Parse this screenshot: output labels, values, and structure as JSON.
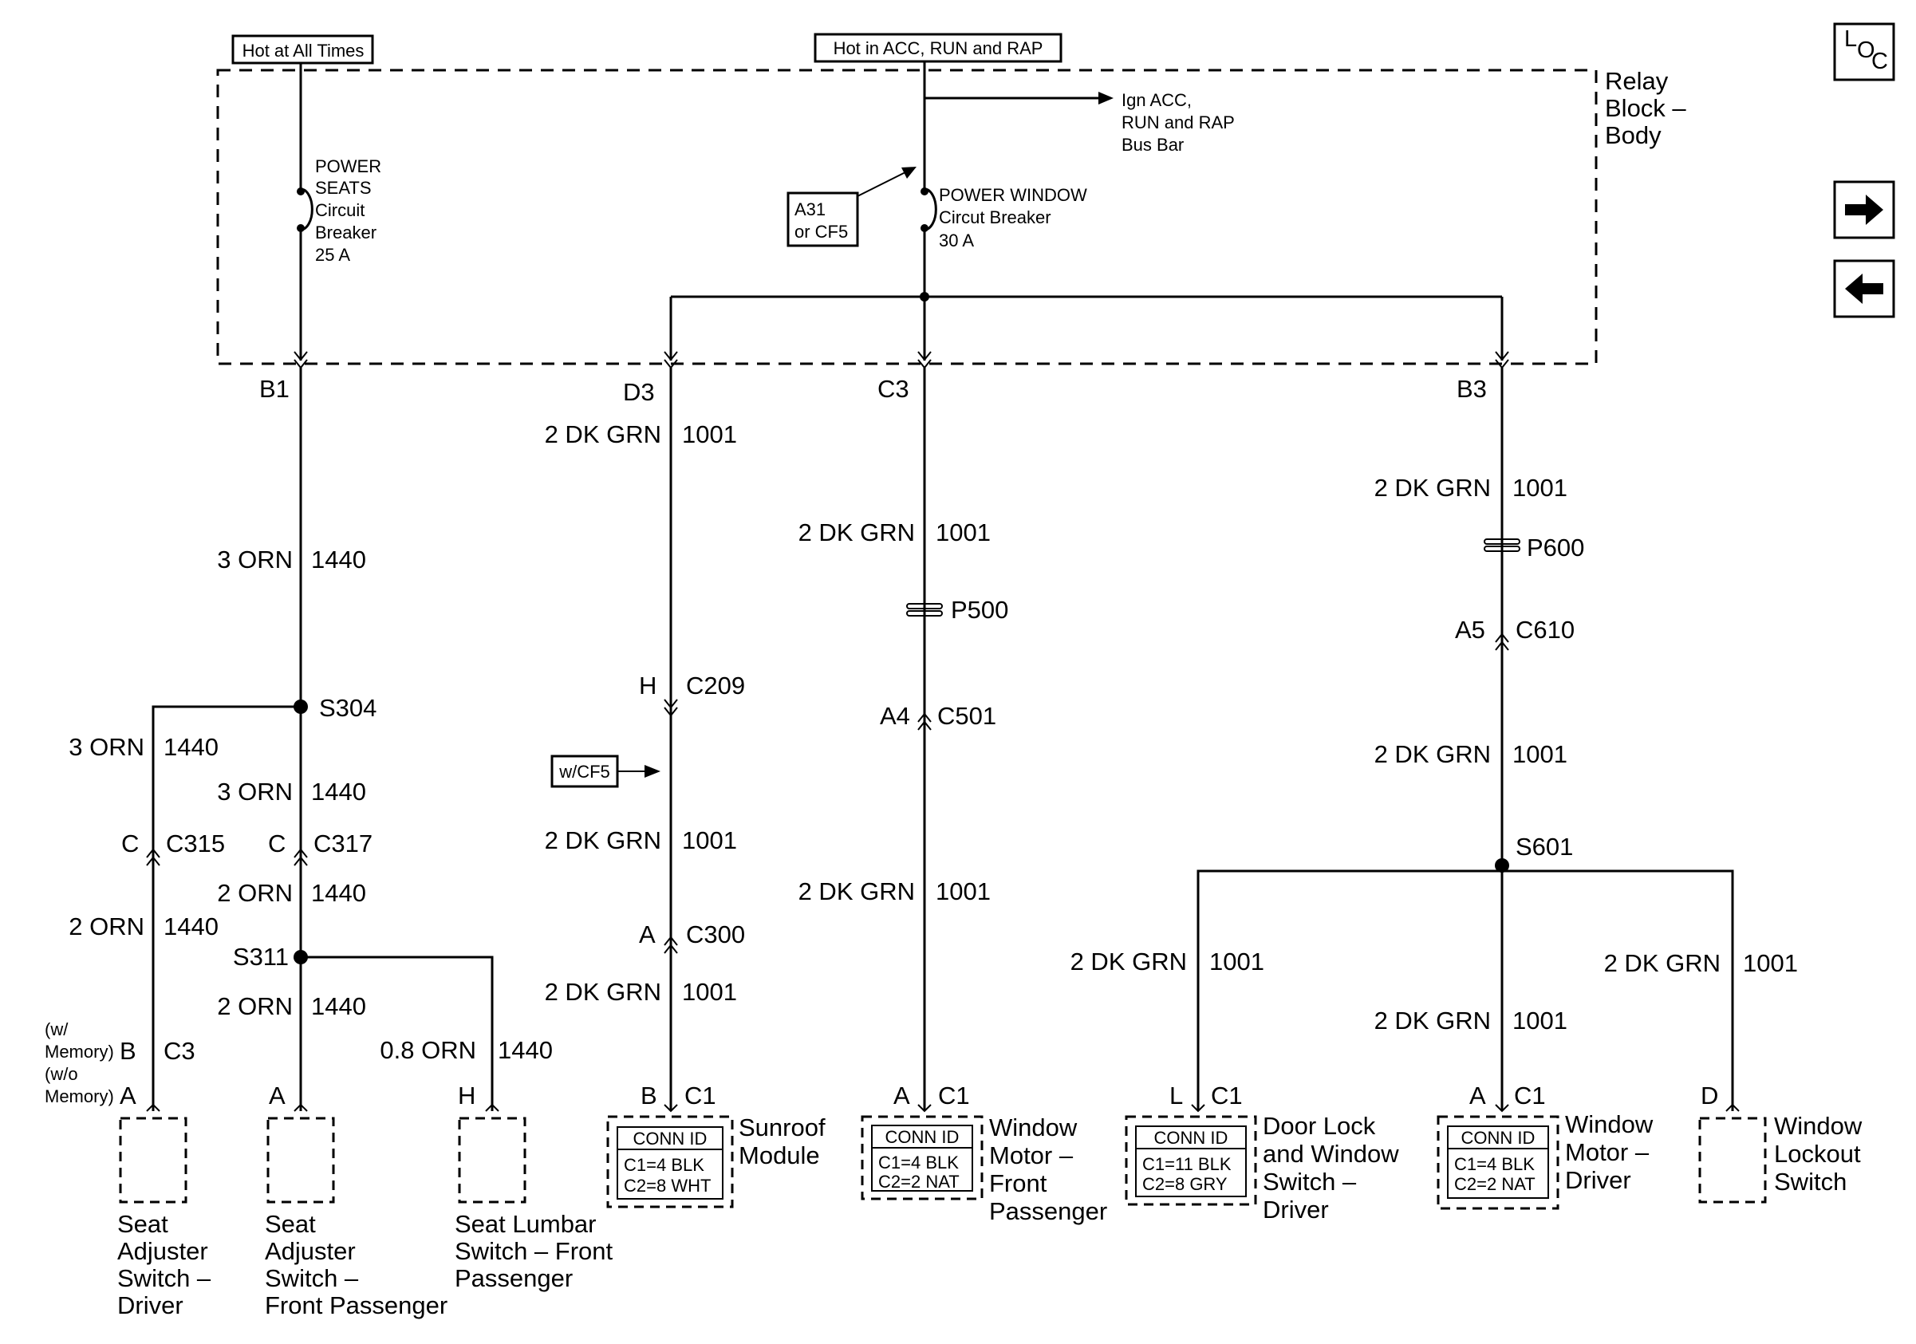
{
  "power_sources": {
    "hot_at_all_times": "Hot at All Times",
    "hot_in_acc_run_rap": "Hot in ACC, RUN and RAP"
  },
  "relay_block": {
    "label_line1": "Relay",
    "label_line2": "Block –",
    "label_line3": "Body",
    "bus_bar_line1": "Ign ACC,",
    "bus_bar_line2": "RUN and RAP",
    "bus_bar_line3": "Bus Bar",
    "seats_cb_line1": "POWER",
    "seats_cb_line2": "SEATS",
    "seats_cb_line3": "Circuit",
    "seats_cb_line4": "Breaker",
    "seats_cb_line5": "25 A",
    "window_cb_line1": "POWER WINDOW",
    "window_cb_line2": "Circut Breaker",
    "window_cb_line3": "30 A",
    "a31_line1": "A31",
    "a31_line2": "or CF5"
  },
  "nav": {
    "loc_l": "L",
    "loc_o": "O",
    "loc_c": "C"
  },
  "terminals": {
    "b1": "B1",
    "d3": "D3",
    "c3": "C3",
    "b3": "B3"
  },
  "wires": {
    "w_3orn": "3 ORN",
    "w_2orn": "2 ORN",
    "w_08orn": "0.8 ORN",
    "w_2dkgrn": "2 DK GRN",
    "c1440": "1440",
    "c1001": "1001"
  },
  "splices": {
    "s304": "S304",
    "s311": "S311",
    "s601": "S601",
    "p500": "P500",
    "p600": "P600"
  },
  "connectors": {
    "h": "H",
    "c209": "C209",
    "a": "A",
    "c300": "C300",
    "a4": "A4",
    "c501": "C501",
    "a5": "A5",
    "c610": "C610",
    "c": "C",
    "c315": "C315",
    "c317": "C317",
    "wcf5": "w/CF5",
    "b": "B",
    "c1": "C1",
    "l": "L",
    "d": "D",
    "c3": "C3",
    "w_memory_line1": "(w/",
    "w_memory_line2": "Memory)",
    "wo_memory_line1": "(w/o",
    "wo_memory_line2": "Memory)"
  },
  "conn_id": {
    "title": "CONN ID",
    "sunroof_line1": "C1=4 BLK",
    "sunroof_line2": "C2=8 WHT",
    "wmfp_line1": "C1=4 BLK",
    "wmfp_line2": "C2=2 NAT",
    "doorlock_line1": "C1=11 BLK",
    "doorlock_line2": "C2=8 GRY",
    "wmd_line1": "C1=4 BLK",
    "wmd_line2": "C2=2 NAT"
  },
  "components": {
    "seat_driver_line1": "Seat",
    "seat_driver_line2": "Adjuster",
    "seat_driver_line3": "Switch –",
    "seat_driver_line4": "Driver",
    "seat_pass_line1": "Seat",
    "seat_pass_line2": "Adjuster",
    "seat_pass_line3": "Switch –",
    "seat_pass_line4": "Front Passenger",
    "lumbar_line1": "Seat Lumbar",
    "lumbar_line2": "Switch – Front",
    "lumbar_line3": "Passenger",
    "sunroof_line1": "Sunroof",
    "sunroof_line2": "Module",
    "wmfp_line1": "Window",
    "wmfp_line2": "Motor –",
    "wmfp_line3": "Front",
    "wmfp_line4": "Passenger",
    "doorlock_line1": "Door Lock",
    "doorlock_line2": "and Window",
    "doorlock_line3": "Switch –",
    "doorlock_line4": "Driver",
    "wmd_line1": "Window",
    "wmd_line2": "Motor –",
    "wmd_line3": "Driver",
    "lockout_line1": "Window",
    "lockout_line2": "Lockout",
    "lockout_line3": "Switch"
  }
}
